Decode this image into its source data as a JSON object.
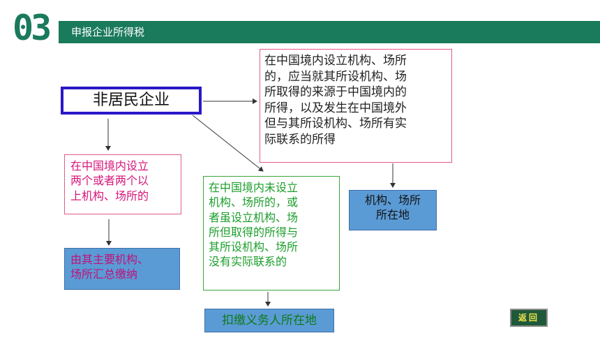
{
  "header": {
    "section_number": "03",
    "title": "申报企业所得税"
  },
  "diagram": {
    "root": "非居民企业",
    "branch_right_condition": [
      "在中国境内设立机构、场所",
      "的，应当就其所设机构、场",
      "所取得的来源于中国境内的",
      "所得，以及发生在中国境外",
      "但与其所设机构、场所有实",
      "际联系的所得"
    ],
    "branch_right_result": [
      "机构、场所",
      "所在地"
    ],
    "branch_left_condition": [
      "在中国境内设立",
      "两个或者两个以",
      "上机构、场所的"
    ],
    "branch_left_result": [
      "由其主要机构、",
      "场所汇总缴纳"
    ],
    "branch_center_condition": [
      "在中国境内未设立",
      "机构、场所的，或",
      "者虽设立机构、场",
      "所但取得的所得与",
      "其所设机构、场所",
      "没有实际联系的"
    ],
    "branch_center_result": "扣缴义务人所在地"
  },
  "controls": {
    "back_label": "返回"
  },
  "colors": {
    "header_green": "#1a7a5c",
    "root_border": "#2a18c8",
    "pink_border": "#e05a8c",
    "green_border": "#3aa63a",
    "result_fill": "#5b9bd5"
  }
}
